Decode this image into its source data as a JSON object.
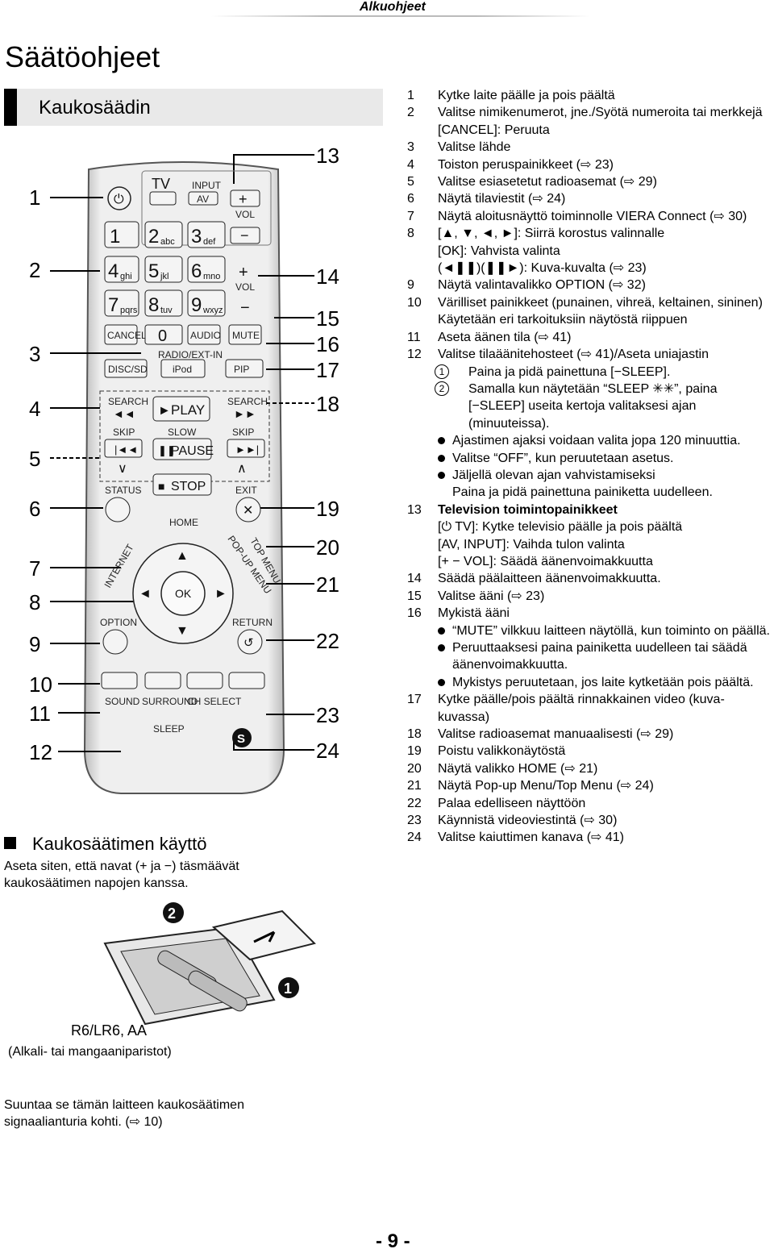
{
  "header": {
    "section": "Alkuohjeet"
  },
  "page_title": "Säätöohjeet",
  "section_title": "Kaukosäädin",
  "remote": {
    "callouts_left": [
      "1",
      "2",
      "3",
      "4",
      "5",
      "6",
      "7",
      "8",
      "9",
      "10",
      "11",
      "12"
    ],
    "callouts_right": [
      "13",
      "14",
      "15",
      "16",
      "17",
      "18",
      "19",
      "20",
      "21",
      "22",
      "23",
      "24"
    ],
    "labels": {
      "tv": "TV",
      "input": "INPUT",
      "av": "AV",
      "vol": "VOL",
      "cancel": "CANCEL",
      "zero": "0",
      "audio": "AUDIO",
      "mute": "MUTE",
      "radio_ext_in": "RADIO/EXT-IN",
      "disc_sd": "DISC/SD",
      "ipod": "iPod",
      "pip": "PIP",
      "search": "SEARCH",
      "play": "PLAY",
      "skip": "SKIP",
      "slow": "SLOW",
      "pause": "PAUSE",
      "stop": "STOP",
      "status": "STATUS",
      "exit": "EXIT",
      "home": "HOME",
      "internet": "INTERNET",
      "popup_menu": "POP-UP MENU",
      "top_menu": "TOP MENU",
      "ok": "OK",
      "option": "OPTION",
      "return": "RETURN",
      "sound": "SOUND",
      "surround": "SURROUND",
      "ch_select": "CH SELECT",
      "sleep": "SLEEP",
      "s": "S"
    },
    "digits": [
      "1",
      "2",
      "3",
      "4",
      "5",
      "6",
      "7",
      "8",
      "9"
    ],
    "digit_letters": [
      "",
      "abc",
      "def",
      "ghi",
      "jkl",
      "mno",
      "pqrs",
      "tuv",
      "wxyz"
    ]
  },
  "usage": {
    "heading": "Kaukosäätimen käyttö",
    "text": "Aseta siten, että navat (+ ja −) täsmäävät kaukosäätimen napojen kanssa.",
    "step1": "1",
    "step2": "2",
    "battery_type": "R6/LR6, AA",
    "battery_note": "(Alkali- tai mangaaniparistot)",
    "aim_text": "Suuntaa se tämän laitteen kaukosäätimen signaalianturia kohti. (⇨ 10)"
  },
  "legend": {
    "i1": "Kytke laite päälle ja pois päältä",
    "i2": "Valitse nimikenumerot, jne./Syötä numeroita tai merkkejä",
    "i2a": "[CANCEL]: Peruuta",
    "i3": "Valitse lähde",
    "i4": "Toiston peruspainikkeet (⇨ 23)",
    "i5": "Valitse esiasetetut radioasemat (⇨ 29)",
    "i6": "Näytä tilaviestit (⇨ 24)",
    "i7": "Näytä aloitusnäyttö toiminnolle VIERA Connect (⇨ 30)",
    "i8": "[▲, ▼, ◄, ►]: Siirrä korostus valinnalle",
    "i8a": "[OK]: Vahvista valinta",
    "i8b": "(◄❚❚)(❚❚►): Kuva-kuvalta (⇨ 23)",
    "i9": "Näytä valintavalikko OPTION (⇨ 32)",
    "i10": "Värilliset painikkeet (punainen, vihreä, keltainen, sininen)",
    "i10a": "Käytetään eri tarkoituksiin näytöstä riippuen",
    "i11": "Aseta äänen tila (⇨ 41)",
    "i12": "Valitse tilaäänitehosteet (⇨ 41)/Aseta uniajastin",
    "i12c1": "Paina ja pidä painettuna [−SLEEP].",
    "i12c2": "Samalla kun näytetään “SLEEP ✳✳”, paina [−SLEEP] useita kertoja valitaksesi ajan (minuuteissa).",
    "i12b1": "Ajastimen ajaksi voidaan valita jopa 120 minuuttia.",
    "i12b2": "Valitse “OFF”, kun peruutetaan asetus.",
    "i12b3": "Jäljellä olevan ajan vahvistamiseksi",
    "i12b3a": "Paina ja pidä painettuna painiketta uudelleen.",
    "i13": "Television toimintopainikkeet",
    "i13a": "[⏻ TV]: Kytke televisio päälle ja pois päältä",
    "i13b": "[AV, INPUT]: Vaihda tulon valinta",
    "i13c": "[+ − VOL]: Säädä äänenvoimakkuutta",
    "i14": "Säädä päälaitteen äänenvoimakkuutta.",
    "i15": "Valitse ääni (⇨ 23)",
    "i16": "Mykistä ääni",
    "i16b1": "“MUTE” vilkkuu laitteen näytöllä, kun toiminto on päällä.",
    "i16b2": "Peruuttaaksesi paina painiketta uudelleen tai säädä äänenvoimakkuutta.",
    "i16b3": "Mykistys peruutetaan, jos laite kytketään pois päältä.",
    "i17": "Kytke päälle/pois päältä rinnakkainen video (kuva-kuvassa)",
    "i18": "Valitse radioasemat manuaalisesti (⇨ 29)",
    "i19": "Poistu valikkonäytöstä",
    "i20": "Näytä valikko HOME (⇨ 21)",
    "i21": "Näytä Pop-up Menu/Top Menu (⇨ 24)",
    "i22": "Palaa edelliseen näyttöön",
    "i23": "Käynnistä videoviestintä (⇨ 30)",
    "i24": "Valitse kaiuttimen kanava (⇨ 41)"
  },
  "page_number": "- 9 -"
}
